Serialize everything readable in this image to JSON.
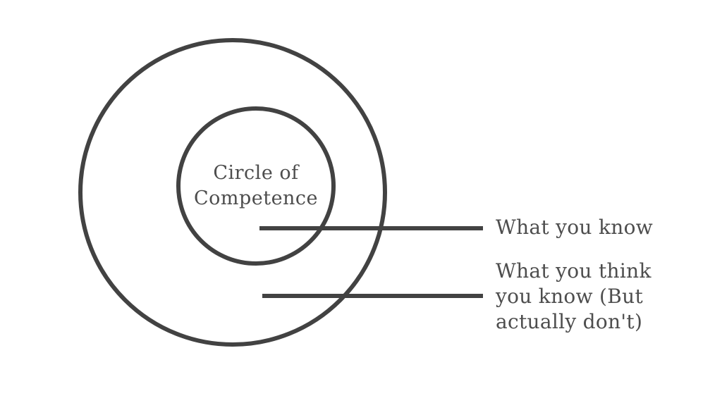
{
  "diagram": {
    "title": "Circle of Competence",
    "colors": {
      "stroke": "#424242",
      "text": "#4d4d4d",
      "background": "#ffffff"
    },
    "center_label": {
      "lines": [
        "Circle of",
        "Competence"
      ]
    },
    "annotations": [
      {
        "id": "what-you-know",
        "lines": [
          "What you know"
        ]
      },
      {
        "id": "what-you-think-you-know",
        "lines": [
          "What you think",
          "you know (But",
          "actually don't)"
        ]
      }
    ]
  }
}
